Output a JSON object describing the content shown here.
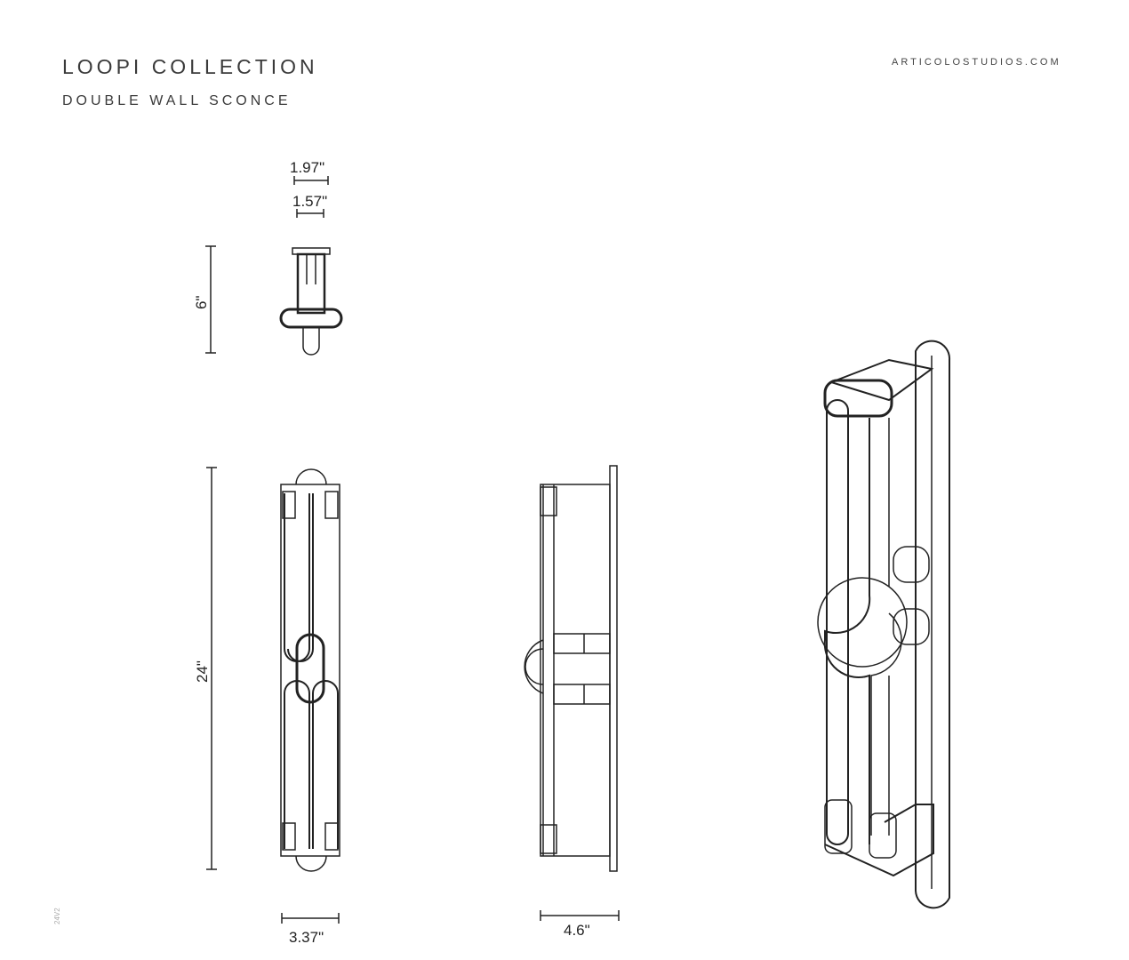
{
  "header": {
    "title": "LOOPI COLLECTION",
    "subtitle": "DOUBLE WALL SCONCE",
    "website": "ARTICOLOSTUDIOS.COM"
  },
  "version": "24V2",
  "dimensions": {
    "top_outer_width": "1.97\"",
    "top_inner_width": "1.57\"",
    "top_height": "6\"",
    "front_height": "24\"",
    "front_width": "3.37\"",
    "side_depth": "4.6\""
  }
}
